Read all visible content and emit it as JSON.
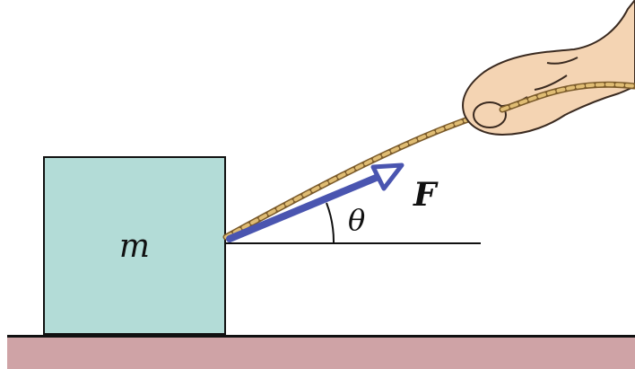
{
  "diagram": {
    "mass_label": "m",
    "angle_label": "θ",
    "force_label": "F"
  },
  "colors": {
    "block": "#b3dcd7",
    "ground": "#cfa3a6",
    "force_arrow": "#4a55b0",
    "rope": "#c9a35a",
    "hand": "#f4d4b3"
  },
  "icons": [
    "hand-icon",
    "rope-icon",
    "force-arrow-icon"
  ]
}
